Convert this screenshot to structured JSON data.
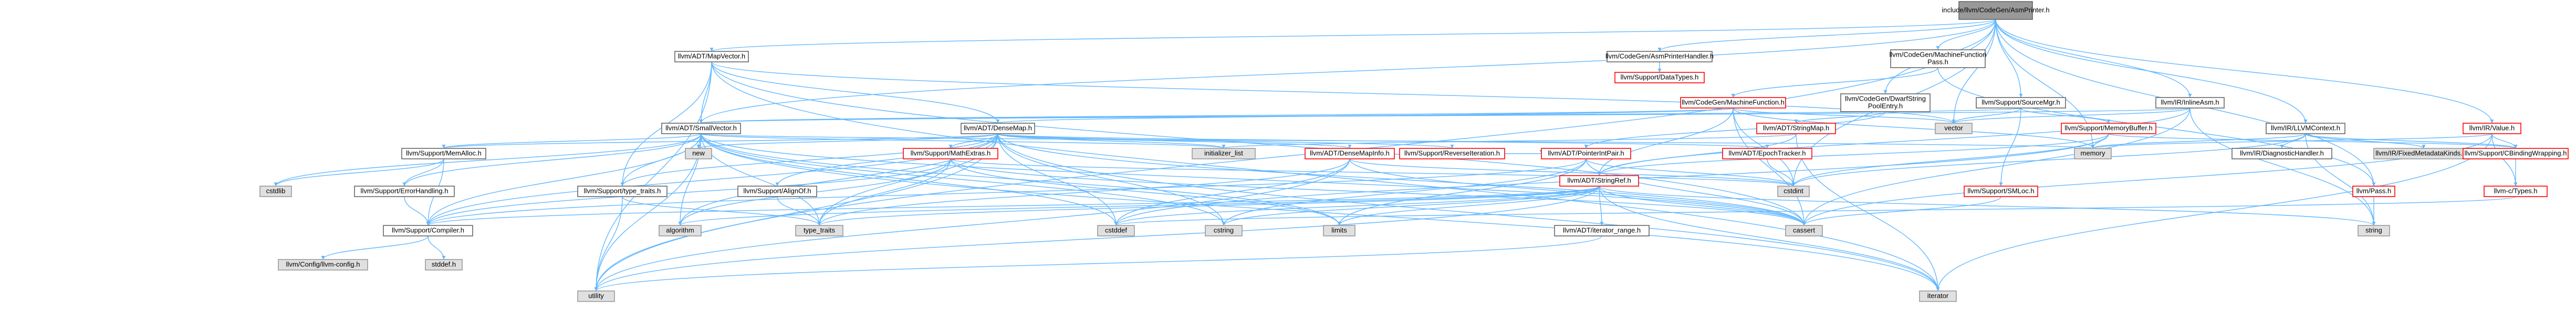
{
  "diagram": {
    "colors": {
      "root_fill": "#999999",
      "root_stroke": "#666666",
      "normal_fill": "#ffffff",
      "normal_stroke": "#666666",
      "system_fill": "#e0e0e0",
      "system_stroke": "#999999",
      "red_stroke": "#ff0000",
      "red_text": "#000000",
      "edge": "#63b8ff"
    },
    "nodes": {
      "root": "include/llvm/CodeGen/AsmPrinter.h",
      "map_vector": "llvm/ADT/MapVector.h",
      "asm_printer_handler": "llvm/CodeGen/AsmPrinterHandler.h",
      "data_types": "llvm/Support/DataTypes.h",
      "mf_pass": "llvm/CodeGen/MachineFunction\nPass.h",
      "machine_function": "llvm/CodeGen/MachineFunction.h",
      "dwarf_string_pool": "llvm/CodeGen/DwarfString\nPoolEntry.h",
      "source_mgr": "llvm/Support/SourceMgr.h",
      "inline_asm": "llvm/IR/InlineAsm.h",
      "llvm_context": "llvm/IR/LLVMContext.h",
      "ir_value": "llvm/IR/Value.h",
      "small_vector": "llvm/ADT/SmallVector.h",
      "dense_map": "llvm/ADT/DenseMap.h",
      "string_map": "llvm/ADT/StringMap.h",
      "memory_buffer": "llvm/Support/MemoryBuffer.h",
      "fixed_metadata": "llvm/IR/FixedMetadataKinds.def",
      "c_binding": "llvm/Support/CBindingWrapping.h",
      "vector": "vector",
      "memory": "memory",
      "new": "new",
      "initializer_list": "initializer_list",
      "mem_alloc": "llvm/Support/MemAlloc.h",
      "math_extras": "llvm/Support/MathExtras.h",
      "dense_map_info": "llvm/ADT/DenseMapInfo.h",
      "reverse_iteration": "llvm/Support/ReverseIteration.h",
      "pointer_int_pair": "llvm/ADT/PointerIntPair.h",
      "epoch_tracker": "llvm/ADT/EpochTracker.h",
      "smloc": "llvm/Support/SMLoc.h",
      "diagnostic_handler": "llvm/IR/DiagnosticHandler.h",
      "pass": "llvm/Pass.h",
      "c_types": "llvm-c/Types.h",
      "cstdlib": "cstdlib",
      "error_handling": "llvm/Support/ErrorHandling.h",
      "type_traits_h": "llvm/Support/type_traits.h",
      "align_of": "llvm/Support/AlignOf.h",
      "string_ref": "llvm/ADT/StringRef.h",
      "cstdint": "cstdint",
      "compiler": "llvm/Support/Compiler.h",
      "algorithm": "algorithm",
      "type_traits": "type_traits",
      "cstddef": "cstddef",
      "cstring": "cstring",
      "limits": "limits",
      "cassert": "cassert",
      "iterator_range": "llvm/ADT/iterator_range.h",
      "string": "string",
      "llvm_config": "llvm/Config/llvm-config.h",
      "stddef": "stddef.h",
      "utility": "utility",
      "iterator": "iterator"
    }
  }
}
